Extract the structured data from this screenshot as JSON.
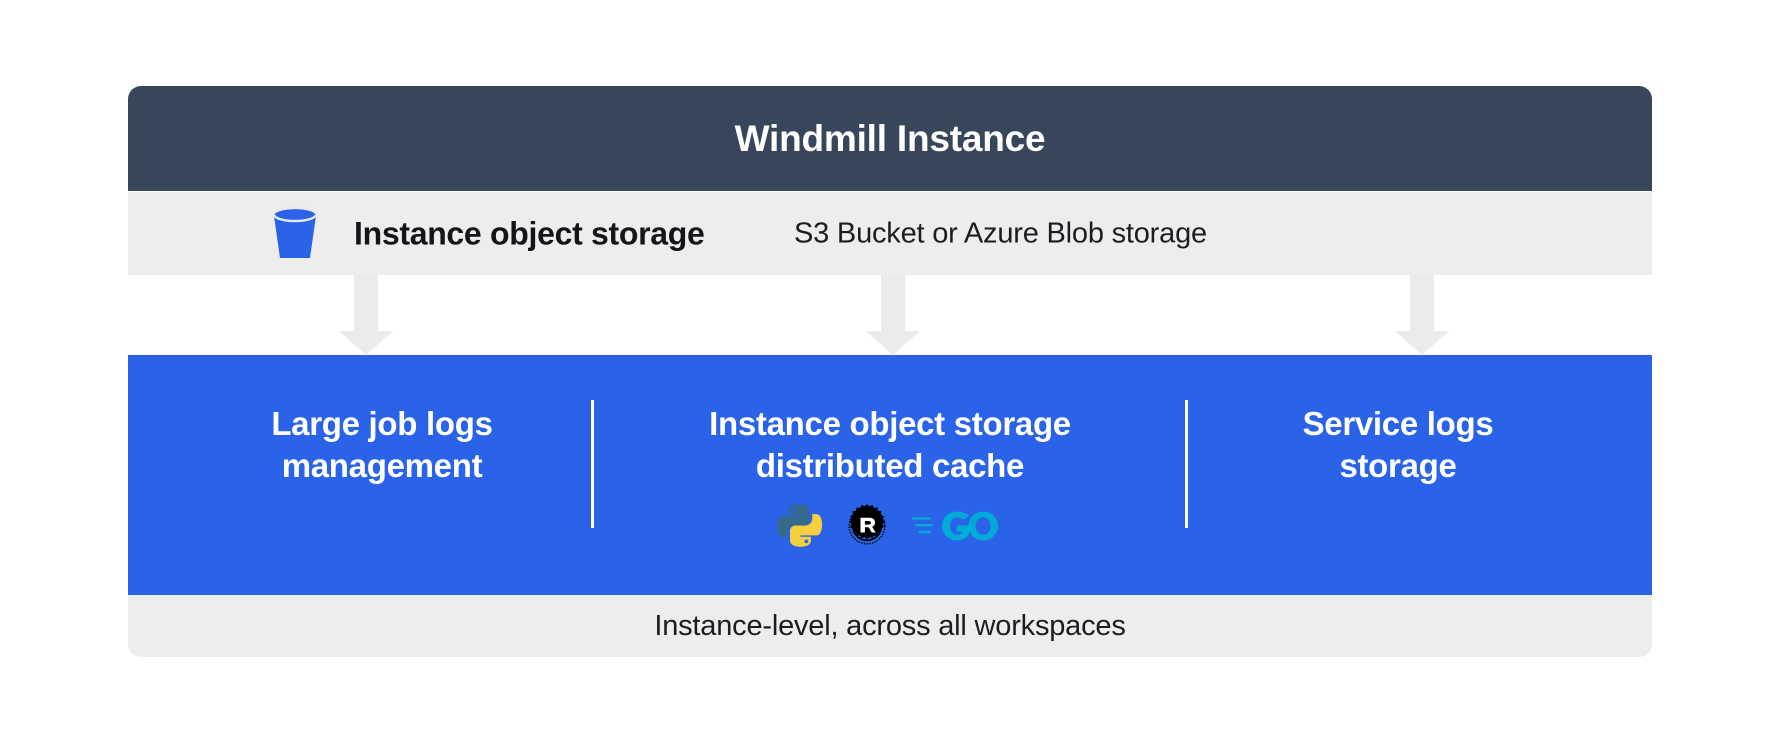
{
  "diagram": {
    "header": {
      "title": "Windmill Instance",
      "background_color": "#37465a",
      "text_color": "#ffffff"
    },
    "storage_row": {
      "icon": "bucket-icon",
      "icon_color": "#2a63e8",
      "label": "Instance object storage",
      "sublabel": "S3 Bucket or Azure Blob storage",
      "background_color": "#eeeded"
    },
    "connectors": {
      "count": 3,
      "direction": "down",
      "color": "#eceaea"
    },
    "panel": {
      "background_color": "#2a63e8",
      "divider_color": "#ffffff",
      "columns": [
        {
          "title": "Large job logs\nmanagement",
          "logos": []
        },
        {
          "title": "Instance object storage\ndistributed cache",
          "logos": [
            {
              "name": "python-logo",
              "label": "Python",
              "colors": [
                "#356a8a",
                "#f4cf3e"
              ]
            },
            {
              "name": "rust-logo",
              "label": "Rust",
              "colors": [
                "#000000"
              ]
            },
            {
              "name": "go-logo",
              "label": "Go",
              "colors": [
                "#00acd7"
              ]
            }
          ]
        },
        {
          "title": "Service logs\nstorage",
          "logos": []
        }
      ]
    },
    "footer": {
      "text": "Instance-level, across all workspaces",
      "background_color": "#eeeded"
    }
  }
}
